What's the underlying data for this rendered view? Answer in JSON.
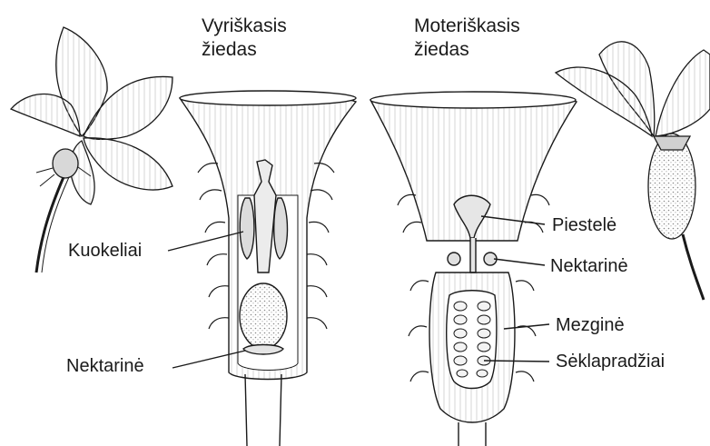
{
  "titles": {
    "male": [
      "Vyriškasis",
      "žiedas"
    ],
    "female": [
      "Moteriškasis",
      "žiedas"
    ]
  },
  "labels": {
    "stamens": "Kuokeliai",
    "nectary_male": "Nektarinė",
    "style": "Piestelė",
    "nectary_female": "Nektarinė",
    "ovary": "Mezginė",
    "ovules": "Sėklapradžiai"
  },
  "colors": {
    "ink": "#1a1a1a",
    "shade": "#cfcfcf",
    "paper": "#ffffff"
  }
}
